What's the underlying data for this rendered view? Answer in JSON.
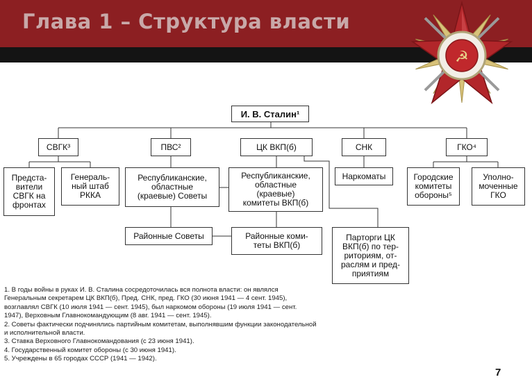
{
  "slide": {
    "title": "Глава 1 – Структура власти",
    "page_number": "7"
  },
  "chart": {
    "root": "И. В. Сталин¹",
    "level1": [
      "СВГК³",
      "ПВС²",
      "ЦК ВКП(б)",
      "СНК",
      "ГКО⁴"
    ],
    "svgk_children": [
      "Предста-\nвители\nСВГК на\nфронтах",
      "Генераль-\nный штаб\nРККА"
    ],
    "pvs_children": [
      "Республиканские,\nобластные\n(краевые) Советы",
      "Районные Советы"
    ],
    "ck_children": [
      "Республиканские,\nобластные\n(краевые)\nкомитеты ВКП(б)",
      "Районные коми-\nтеты ВКП(б)",
      "Парторги ЦК\nВКП(б) по тер-\nриториям, от-\nраслям и пред-\nприятиям"
    ],
    "snk_children": [
      "Наркоматы"
    ],
    "gko_children": [
      "Городские\nкомитеты\nобороны⁵",
      "Уполно-\nмоченные\nГКО"
    ]
  },
  "notes": [
    "1. В годы войны в руках И. В. Сталина сосредоточилась вся полнота власти: он являлся\nГенеральным секретарем ЦК ВКП(б), Пред. СНК, пред. ГКО (30 июня 1941 — 4 сент. 1945),\nвозглавлял СВГК (10 июля 1941 — сент. 1945), был наркомом обороны (19 июля 1941 — сент.\n1947), Верховным Главнокомандующим (8 авг. 1941 — сент. 1945).",
    "2. Советы фактически подчинялись партийным комитетам, выполнявшим функции законодательной\nи исполнительной власти.",
    "3. Ставка Верховного Главнокомандования (с 23 июня 1941).",
    "4. Государственный комитет обороны (с 30 июня 1941).",
    "5. Учреждены в 65 городах СССР (1941 — 1942)."
  ],
  "colors": {
    "header_bg": "#8c1f22",
    "bar_bg": "#141414",
    "title_text": "#c8a8a8"
  },
  "icons": {
    "medal": "order-of-patriotic-war-icon"
  }
}
